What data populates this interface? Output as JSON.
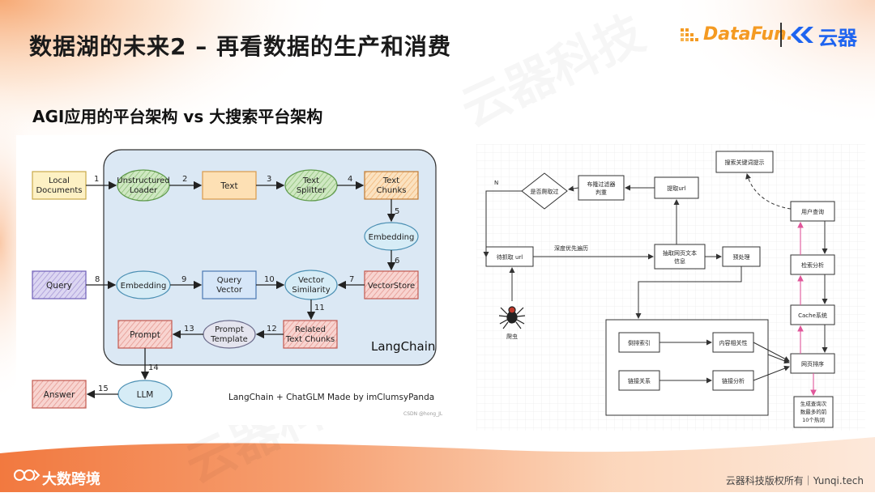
{
  "title": "数据湖的未来2 – 再看数据的生产和消费",
  "subtitle": "AGI应用的平台架构 vs 大搜索平台架构",
  "logos": {
    "datafun": "DataFun.",
    "yunqi": "云器"
  },
  "footer": {
    "left_brand": "大数跨境",
    "right_copyright": "云器科技版权所有｜Yunqi.tech"
  },
  "watermark_text": "云器科技",
  "langchain": {
    "nodes": {
      "local_documents": "Local\nDocuments",
      "unstructured_loader": "Unstructured\nLoader",
      "text": "Text",
      "text_splitter": "Text\nSplitter",
      "text_chunks": "Text\nChunks",
      "embedding_top": "Embedding",
      "vector_store": "VectorStore",
      "query": "Query",
      "embedding_query": "Embedding",
      "query_vector": "Query\nVector",
      "vector_similarity": "Vector\nSimilarity",
      "related_text_chunks": "Related\nText Chunks",
      "prompt_template": "Prompt\nTemplate",
      "prompt": "Prompt",
      "llm": "LLM",
      "answer": "Answer"
    },
    "step_numbers": [
      "1",
      "2",
      "3",
      "4",
      "5",
      "6",
      "7",
      "8",
      "9",
      "10",
      "11",
      "12",
      "13",
      "14",
      "15"
    ],
    "container_label": "LangChain",
    "caption": "LangChain + ChatGLM Made by imClumsyPanda",
    "credit": "CSDN @hong_JL"
  },
  "search": {
    "nodes": {
      "is_crawled": "是否爬取过",
      "bloom_filter": "布隆过滤器\n判重",
      "extract_url": "提取url",
      "search_keyword_hint": "搜索关键词提示",
      "user_query": "用户查询",
      "pending_url": "待抓取 url",
      "extract_page_text": "抽取网页文本\n信息",
      "preprocess": "预处理",
      "retrieval_analysis": "检索分析",
      "cache_system": "Cache系统",
      "inverted_index": "倒排索引",
      "link_relation": "链接关系",
      "content_relevance": "内容相关性",
      "link_analysis": "链接分析",
      "page_ranking": "网页排序",
      "top10_hot": "生成查询次\n数最多的前\n10个热词",
      "spider": "爬虫"
    },
    "labels": {
      "n": "N",
      "dfs": "深度优先遍历"
    }
  }
}
